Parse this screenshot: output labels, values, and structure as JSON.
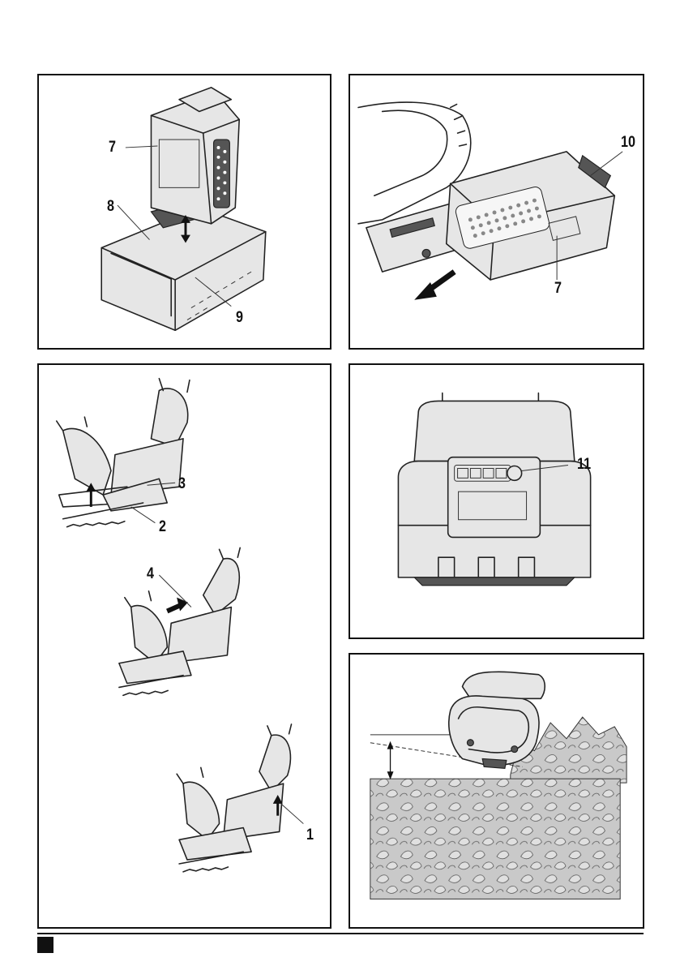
{
  "figures": [
    {
      "id": "A",
      "callouts": [
        "7",
        "8",
        "9"
      ]
    },
    {
      "id": "B",
      "callouts": [
        "10",
        "7"
      ]
    },
    {
      "id": "C",
      "callouts": [
        "3",
        "2",
        "4",
        "1"
      ]
    },
    {
      "id": "D",
      "callouts": [
        "11"
      ]
    },
    {
      "id": "E",
      "callouts": []
    }
  ],
  "labels": {
    "fig_a_7": "7",
    "fig_a_8": "8",
    "fig_a_9": "9",
    "fig_b_10": "10",
    "fig_b_7": "7",
    "fig_c_3": "3",
    "fig_c_2": "2",
    "fig_c_4": "4",
    "fig_c_1": "1",
    "fig_d_11": "11"
  },
  "icons": [
    "battery-on-charger",
    "battery-removal-arrow",
    "hedge-trimmer-hands",
    "battery-gauge-button",
    "hedge-trimming-level"
  ]
}
